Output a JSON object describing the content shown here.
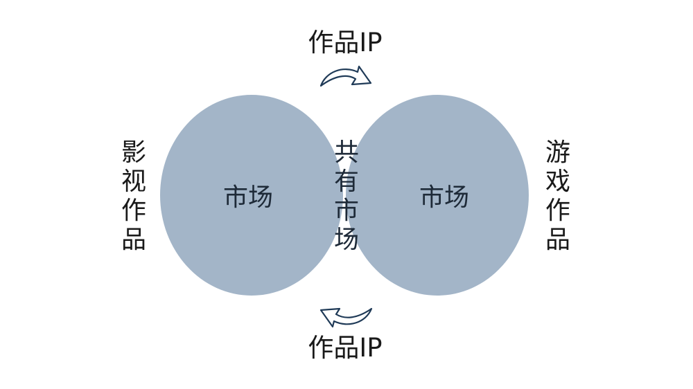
{
  "diagram": {
    "top_label": "作品IP",
    "bottom_label": "作品IP",
    "left_label": [
      "影",
      "视",
      "作",
      "品"
    ],
    "right_label": [
      "游",
      "戏",
      "作",
      "品"
    ],
    "left_circle_label": "市场",
    "right_circle_label": "市场",
    "overlap_label": [
      "共",
      "有",
      "市",
      "场"
    ],
    "arrow_top_icon": "curved-arrow-right-icon",
    "arrow_bottom_icon": "curved-arrow-left-icon"
  },
  "colors": {
    "circle_fill": "#a3b5c8",
    "overlap_fill": "#8aa0b6",
    "arrow_stroke": "#1f3a57",
    "text": "#1a1a1a"
  }
}
